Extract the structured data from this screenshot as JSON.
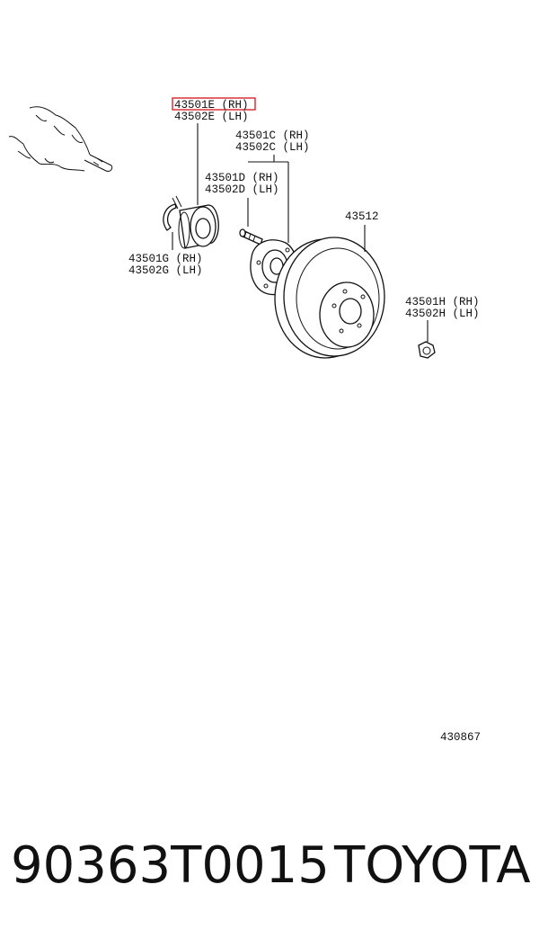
{
  "labels": {
    "bearing_rh": "43501E (RH)",
    "bearing_lh": "43502E (LH)",
    "hub_rh": "43501C (RH)",
    "hub_lh": "43502C (LH)",
    "bolt_rh": "43501D (RH)",
    "bolt_lh": "43502D (LH)",
    "disc": "43512",
    "snapring_rh": "43501G (RH)",
    "snapring_lh": "43502G (LH)",
    "nut_rh": "43501H (RH)",
    "nut_lh": "43502H (LH)",
    "diagram_id": "430867"
  },
  "footer": {
    "part_number": "90363T0015",
    "brand": "TOYOTA"
  },
  "colors": {
    "highlight": "#d8232a",
    "ink": "#111111"
  }
}
